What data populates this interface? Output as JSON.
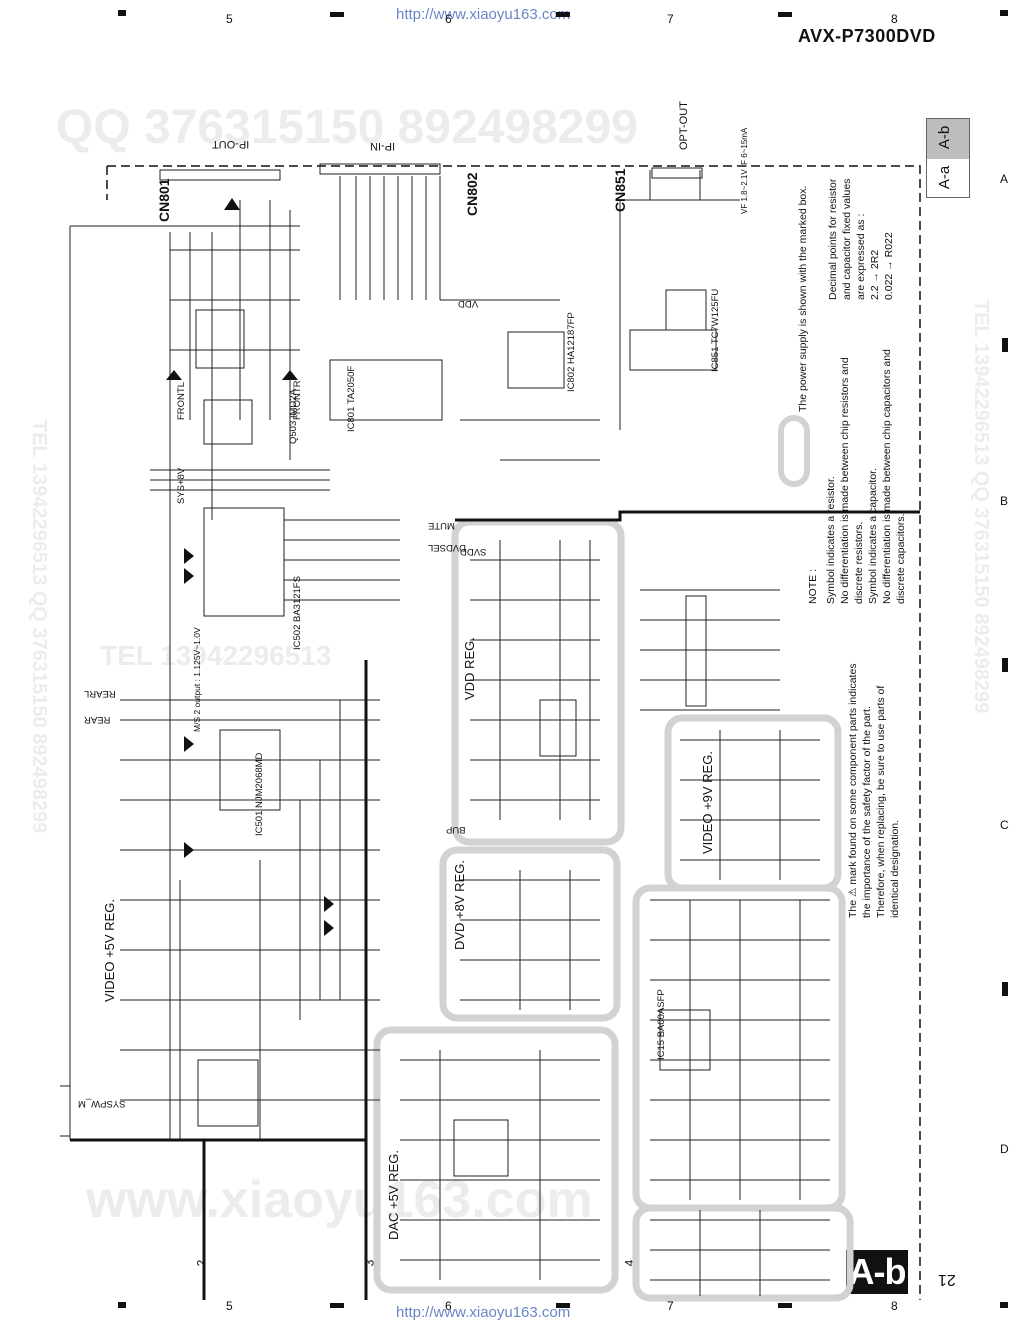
{
  "header": {
    "url": "http://www.xiaoyu163.com",
    "model": "AVX-P7300DVD",
    "columns": [
      "5",
      "6",
      "7",
      "8"
    ]
  },
  "footer": {
    "url": "http://www.xiaoyu163.com",
    "columns": [
      "5",
      "6",
      "7",
      "8"
    ],
    "bottom_numbers": [
      "2",
      "3",
      "4"
    ],
    "section_badge": "A-b",
    "page_number": "21"
  },
  "rows": [
    "A",
    "B",
    "C",
    "D"
  ],
  "section_tab": {
    "top": "A-b",
    "bottom": "A-a"
  },
  "watermarks": {
    "qq": "QQ 376315150   892498299",
    "tel": "TEL 13942296513",
    "web": "www.xiaoyu163.com",
    "tel_qq": "TEL 13942296513  QQ 376315150  892498299"
  },
  "connectors": {
    "cn801": {
      "label": "CN801",
      "name": "IP-OUT"
    },
    "cn802": {
      "label": "CN802",
      "name": "IP-IN"
    },
    "cn851": {
      "label": "CN851",
      "name": "OPT-OUT",
      "note": "VF 1.8~2.1V IF 6~15mA"
    }
  },
  "blocks": {
    "vdd_reg": "VDD REG.",
    "dvd_reg": "DVD +8V REG.",
    "dac_reg": "DAC +5V REG.",
    "video_reg_right": "VIDEO +9V REG.",
    "video_reg_left": "VIDEO +5V REG."
  },
  "ics": {
    "ic801": "IC801 TA2050F",
    "ic802": "IC802 HA12187FP",
    "ic851": "IC851 TC7W125FU",
    "ic502": "IC502 BA3121FS",
    "ic501": "IC501 NJM2068MD",
    "ic15": "IC15 BA00ASFP",
    "q503": "Q503 IMD2A"
  },
  "nets": {
    "frontl": "FRONTL",
    "frontr": "FRONTR",
    "rearl": "REARL",
    "rear": "REAR",
    "sys8v": "SYS+8V",
    "sys_m": "SYSPW_M",
    "vdd": "VDD",
    "bup": "BUP",
    "mute": "MUTE",
    "dvdsel": "DVDSEL",
    "svddd": "SVDD"
  },
  "notes": {
    "power": "The power supply is shown with the marked box.",
    "decimal": [
      "Decimal points for resistor",
      "and capacitor fixed values",
      "are expressed as :",
      "2.2 → 2R2",
      "0.022 → R022"
    ],
    "note_title": "NOTE :",
    "note_lines": [
      "Symbol indicates a resistor.",
      "No differentiation is made  between chip resistors and",
      "discrete resistors.",
      "Symbol indicates a capacitor.",
      "No differentiation is made  between chip capacitors and",
      "discrete capacitors."
    ],
    "safety": [
      "The ⚠ mark found on some component parts indicates",
      "the importance of the safety factor of the part.",
      "Therefore, when replacing, be sure to use parts of",
      "identical designation."
    ]
  },
  "ms_note": "M/S 2 output : 1.125V~1.0V"
}
